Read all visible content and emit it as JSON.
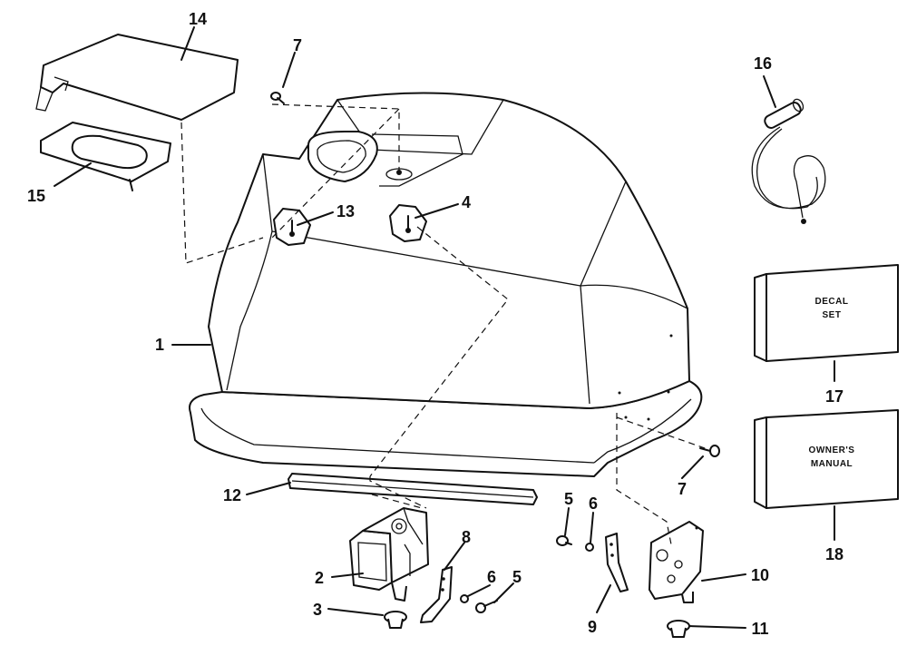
{
  "callouts": {
    "c1": "1",
    "c2": "2",
    "c3": "3",
    "c4": "4",
    "c5a": "5",
    "c5b": "5",
    "c6a": "6",
    "c6b": "6",
    "c7a": "7",
    "c7b": "7",
    "c8": "8",
    "c9": "9",
    "c10": "10",
    "c11": "11",
    "c12": "12",
    "c13": "13",
    "c14": "14",
    "c15": "15",
    "c16": "16",
    "c17": "17",
    "c18": "18"
  },
  "boxes": {
    "decal_line1": "DECAL",
    "decal_line2": "SET",
    "manual_line1": "OWNER'S",
    "manual_line2": "MANUAL"
  }
}
